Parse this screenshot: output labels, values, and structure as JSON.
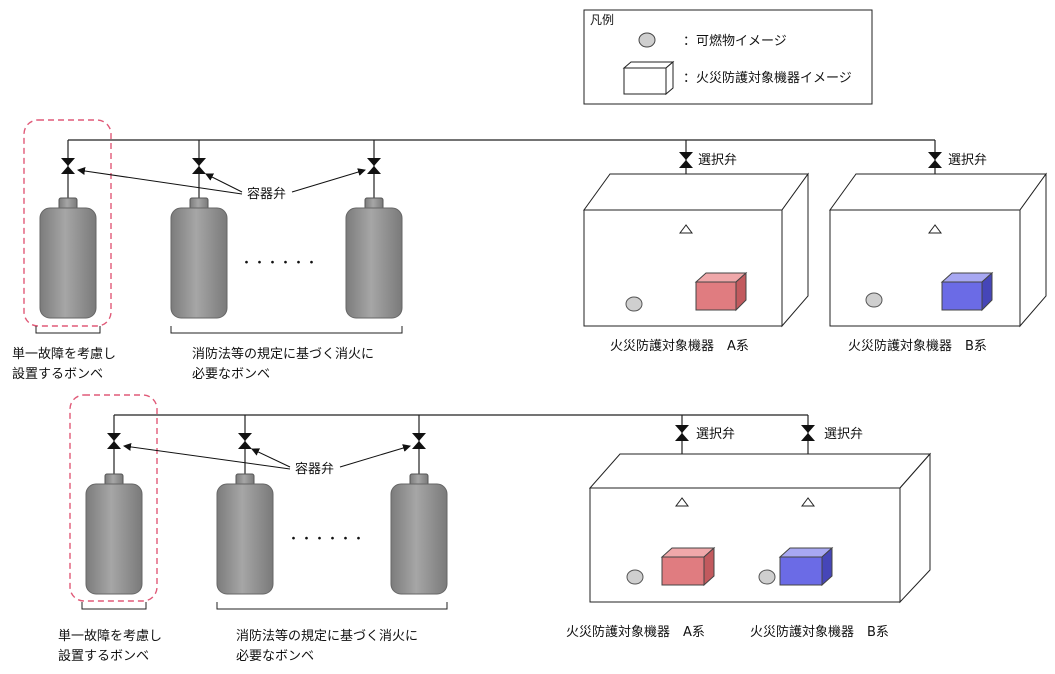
{
  "legend": {
    "title": "凡例",
    "combustible_label": "：可燃物イメージ",
    "equipment_label": "：火災防護対象機器イメージ"
  },
  "top_system": {
    "container_valve_label": "容器弁",
    "ellipsis": "・・・・・・",
    "single_failure_cylinder_label": [
      "単一故障を考慮し",
      "設置するボンベ"
    ],
    "required_cylinders_label": [
      "消防法等の規定に基づく消火に",
      "必要なボンベ"
    ],
    "selector_valve_a_label": "選択弁",
    "selector_valve_b_label": "選択弁",
    "room_a_label": "火災防護対象機器　A系",
    "room_b_label": "火災防護対象機器　B系"
  },
  "bottom_system": {
    "container_valve_label": "容器弁",
    "ellipsis": "・・・・・・",
    "single_failure_cylinder_label": [
      "単一故障を考慮し",
      "設置するボンベ"
    ],
    "required_cylinders_label": [
      "消防法等の規定に基づく消火に",
      "必要なボンベ"
    ],
    "selector_valve_1_label": "選択弁",
    "selector_valve_2_label": "選択弁",
    "equipment_a_label": "火災防護対象機器　A系",
    "equipment_b_label": "火災防護対象機器　B系"
  },
  "colors": {
    "cylinder": "#8f8f8f",
    "equipment_a": "#e07c80",
    "equipment_b": "#6b6be6",
    "combustible": "#cfcfcf",
    "highlight_dash": "#e05a78"
  }
}
